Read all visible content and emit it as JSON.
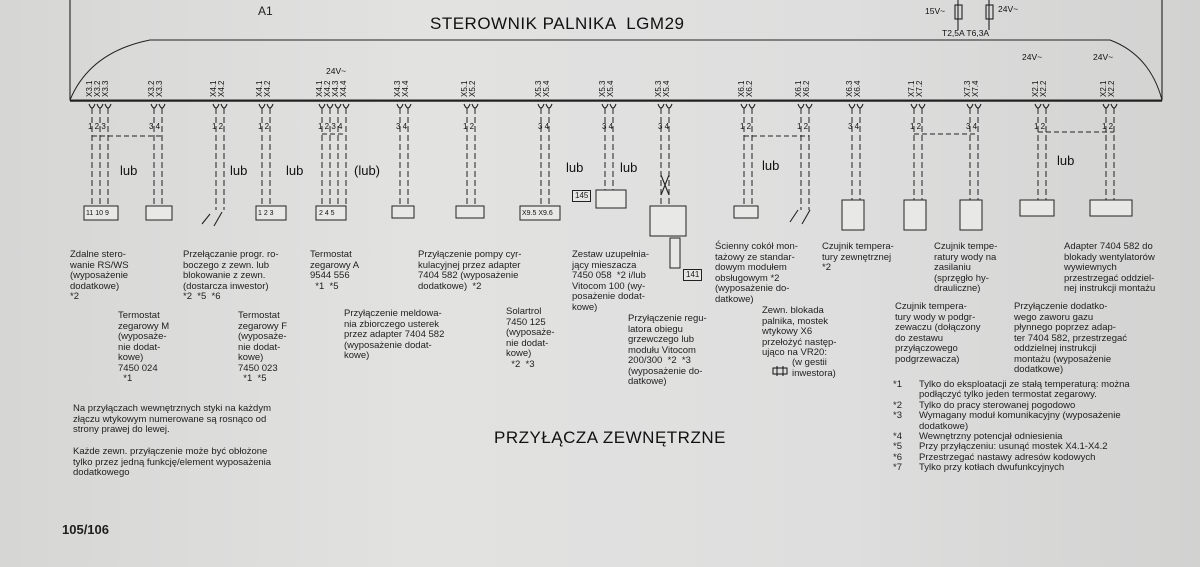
{
  "header": {
    "a1": "A1",
    "title": "STEROWNIK PALNIKA  LGM29",
    "v15": "15V~",
    "v24": "24V~",
    "fuses": "T2,5A T6,3A"
  },
  "connectors": [
    {
      "label": "X3.1"
    },
    {
      "label": "X3.2"
    },
    {
      "label": "X3.3"
    },
    {
      "label": "X3.2"
    },
    {
      "label": "X3.3"
    },
    {
      "label": "X4.1"
    },
    {
      "label": "X4.2"
    },
    {
      "label": "X4.1"
    },
    {
      "label": "X4.2"
    },
    {
      "label": "X4.1"
    },
    {
      "label": "X4.2"
    },
    {
      "label": "X4.3"
    },
    {
      "label": "X4.4"
    },
    {
      "label": "X4.3"
    },
    {
      "label": "X4.4"
    },
    {
      "label": "X5.1"
    },
    {
      "label": "X5.2"
    },
    {
      "label": "X5.3"
    },
    {
      "label": "X5.4"
    },
    {
      "label": "X5.3"
    },
    {
      "label": "X5.4"
    },
    {
      "label": "X5.3"
    },
    {
      "label": "X5.4"
    },
    {
      "label": "X6.1"
    },
    {
      "label": "X6.2"
    },
    {
      "label": "X6.1"
    },
    {
      "label": "X6.2"
    },
    {
      "label": "X6.3"
    },
    {
      "label": "X6.4"
    },
    {
      "label": "X7.1"
    },
    {
      "label": "X7.2"
    },
    {
      "label": "X7.3"
    },
    {
      "label": "X7.4"
    },
    {
      "label": "X2.1"
    },
    {
      "label": "X2.2"
    },
    {
      "label": "X2.1"
    },
    {
      "label": "X2.2"
    }
  ],
  "volt_24": "24V~",
  "or_label": "lub",
  "or_label_paren": "(lub)",
  "pins": {
    "p1": "1",
    "p2": "2",
    "p3": "3",
    "p4": "4",
    "p5": "5",
    "p12": "1 2",
    "p34": "3 4",
    "p123": "1 2 3",
    "p1234": "1 2 3 4"
  },
  "terminal_labels": {
    "rs_ws": "11 10 9",
    "f": "1 2 3",
    "a": "2 4 5",
    "x95": "X9.5 X9.6",
    "b145": "145",
    "b141": "141"
  },
  "descriptions": {
    "rs": "Zdalne stero-\nwanie RS/WS\n(wyposażenie\ndodatkowe)\n*2",
    "przel": "Przełączanie progr. ro-\nboczego z zewn. lub\nblokowanie z zewn.\n(dostarcza inwestor)\n*2  *5  *6",
    "term_a": "Termostat\nzegarowy A\n9544 556\n  *1  *5",
    "pompa": "Przyłączenie pompy cyr-\nkulacyjnej przez adapter\n7404 582 (wyposażenie\ndodatkowe)  *2",
    "zestaw": "Zestaw uzupełnia-\njący mieszacza\n7450 058  *2 i/lub\nVitocom 100 (wy-\nposażenie dodat-\nkowe)",
    "cokol": "Ścienny cokół mon-\ntażowy ze standar-\ndowym modułem\nobsługowym *2\n(wyposażenie do-\ndatkowe)",
    "czujnik_zewn": "Czujnik tempera-\ntury zewnętrznej\n*2",
    "czujnik_wody": "Czujnik tempe-\nratury wody na\nzasilaniu\n(sprzęgło hy-\ndrauliczne)",
    "adapter_went": "Adapter 7404 582 do\nblokady wentylatorów\nwywiewnych\nprzestrzegać oddziel-\nnej instrukcji montażu",
    "term_m": "Termostat\nzegarowy M\n(wyposaże-\nnie dodat-\nkowe)\n7450 024\n  *1",
    "term_f": "Termostat\nzegarowy F\n(wyposaże-\nnie dodat-\nkowe)\n7450 023\n  *1  *5",
    "meld": "Przyłączenie meldowa-\nnia zbiorczego usterek\nprzez adapter 7404 582\n(wyposażenie dodat-\nkowe)",
    "solartrol": "Solartrol\n7450 125\n(wyposaże-\nnie dodat-\nkowe)\n  *2  *3",
    "regulator": "Przyłączenie regu-\nlatora obiegu\ngrzewczego lub\nmodułu Vitocom\n200/300  *2  *3\n(wyposażenie do-\ndatkowe)",
    "blokada": "Zewn. blokada\npalnika, mostek\nwtykowy X6\nprzełożyć następ-\nująco na VR20:",
    "gestia": "(w gestii\ninwestora)",
    "czujnik_podgrz": "Czujnik tempera-\ntury wody w podgr-\nzewaczu (dołączony\ndo zestawu\nprzyłączowego\npodgrzewacza)",
    "zawor": "Przyłączenie dodatko-\nwego zaworu gazu\npłynnego poprzez adap-\nter 7404 582, przestrzegać\noddzielnej instrukcji\nmontażu (wyposażenie\ndodatkowe)"
  },
  "notes": {
    "note1": "Na przyłączach wewnętrznych styki na każdym\nzłączu wtykowym numerowane są rosnąco od\nstrony prawej do lewej.",
    "note2": "Każde zewn. przyłączenie może być obłożone\ntylko przez jedną funkcję/element wyposażenia\ndodatkowego"
  },
  "section_title": "PRZYŁĄCZA ZEWNĘTRZNE",
  "footnotes": [
    {
      "mark": "*1",
      "text": "Tylko do eksploatacji ze stałą temperaturą: można\npodłączyć tylko jeden termostat zegarowy."
    },
    {
      "mark": "*2",
      "text": "Tylko do pracy sterowanej pogodowo"
    },
    {
      "mark": "*3",
      "text": "Wymagany moduł komunikacyjny (wyposażenie\ndodatkowe)"
    },
    {
      "mark": "*4",
      "text": "Wewnętrzny potencjał odniesienia"
    },
    {
      "mark": "*5",
      "text": "Przy przyłączeniu: usunąć mostek X4.1-X4.2"
    },
    {
      "mark": "*6",
      "text": "Przestrzegać nastawy adresów kodowych"
    },
    {
      "mark": "*7",
      "text": "Tylko przy kotłach dwufunkcyjnych"
    }
  ],
  "page_number": "105/106"
}
